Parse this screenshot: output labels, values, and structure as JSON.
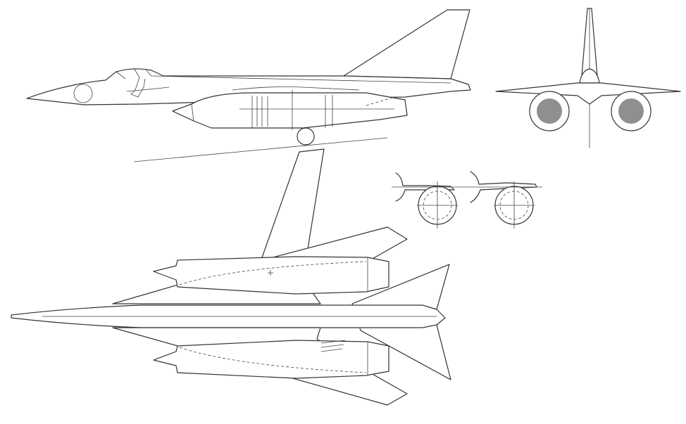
{
  "figure": {
    "views": [
      "side-view",
      "front-view",
      "top-view",
      "nacelle-detail"
    ],
    "colors": {
      "line": "#333333",
      "engine_face": "#8f8f8f",
      "background": "#ffffff"
    }
  }
}
